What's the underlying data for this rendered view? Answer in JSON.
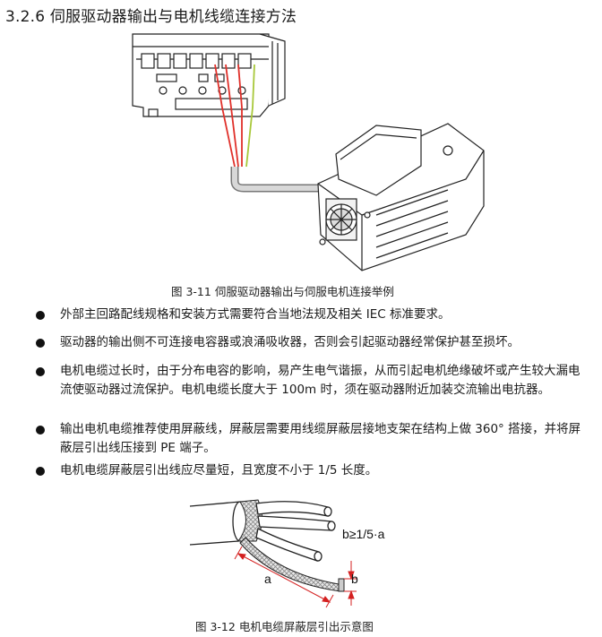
{
  "section": {
    "title": "3.2.6 伺服驱动器输出与电机线缆连接方法"
  },
  "figure1": {
    "caption": "图 3-11 伺服驱动器输出与伺服电机连接举例"
  },
  "bullets": [
    {
      "text": "外部主回路配线规格和安装方式需要符合当地法规及相关 IEC 标准要求。"
    },
    {
      "text": "驱动器的输出侧不可连接电容器或浪涌吸收器，否则会引起驱动器经常保护甚至损坏。"
    },
    {
      "text": "电机电缆过长时，由于分布电容的影响，易产生电气谐振，从而引起电机绝缘破坏或产生较大漏电流使驱动器过流保护。电机电缆长度大于 100m 时，须在驱动器附近加装交流输出电抗器。"
    },
    {
      "text": "输出电机电缆推荐使用屏蔽线，屏蔽层需要用线缆屏蔽层接地支架在结构上做 360° 搭接，并将屏蔽层引出线压接到 PE 端子。"
    },
    {
      "text": "电机电缆屏蔽层引出线应尽量短，且宽度不小于 1/5 长度。"
    }
  ],
  "figure2": {
    "label_formula": "b≥1/5·a",
    "label_a": "a",
    "label_b": "b",
    "caption": "图 3-12 电机电缆屏蔽层引出示意图"
  },
  "colors": {
    "wire_red": "#e0302a",
    "wire_ground": "#a8c83a",
    "cable_gray": "#9a9a9a",
    "dim_red": "#d42020"
  }
}
